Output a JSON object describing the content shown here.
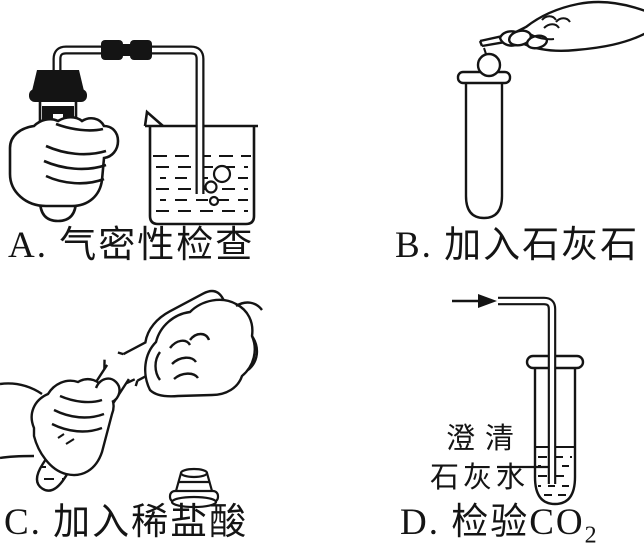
{
  "page": {
    "background": "#ffffff",
    "ink": "#141414"
  },
  "captions": {
    "a": "A. 气密性检查",
    "b": "B. 加入石灰石",
    "c": "C. 加入稀盐酸",
    "d_prefix": "D. 检验CO",
    "d_sub": "2"
  },
  "annotations": {
    "limewater_line1": "澄清",
    "limewater_line2": "石灰水"
  },
  "icons": {
    "gas_flow_arrow": "arrow-right-icon",
    "panel_a": "airtightness-check-diagram",
    "panel_b": "add-limestone-diagram",
    "panel_c": "add-dilute-hydrochloric-acid-diagram",
    "panel_d": "test-co2-diagram"
  }
}
